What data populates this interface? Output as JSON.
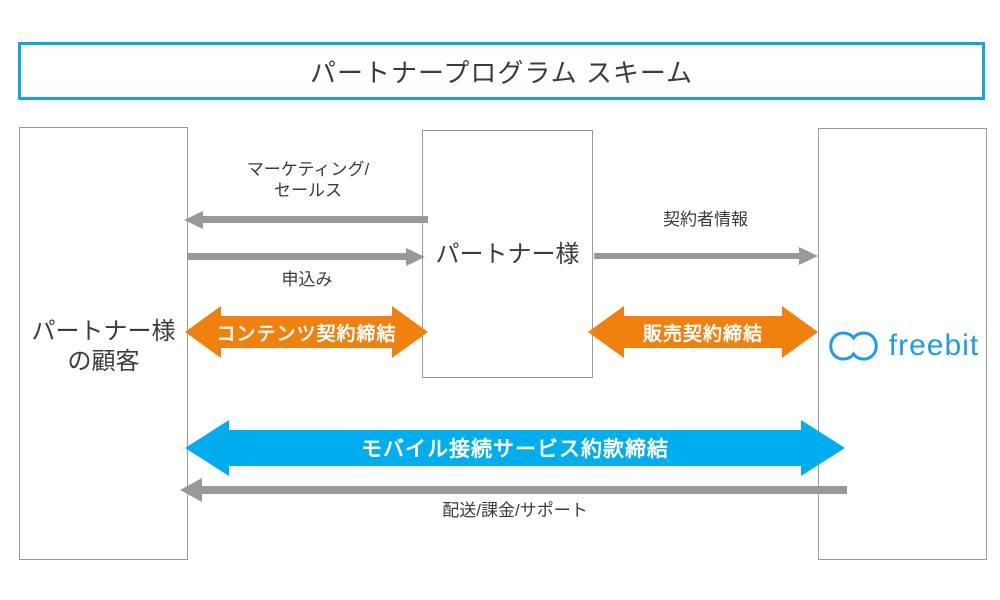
{
  "title": "パートナープログラム スキーム",
  "boxes": {
    "customer": {
      "line1": "パートナー様",
      "line2": "の顧客"
    },
    "partner": {
      "label": "パートナー様"
    },
    "provider": {
      "brand": "freebit"
    }
  },
  "flows": {
    "marketing": {
      "line1": "マーケティング/",
      "line2": "セールス",
      "direction": "left"
    },
    "application": {
      "label": "申込み",
      "direction": "right"
    },
    "content_contract": {
      "label": "コンテンツ契約締結",
      "direction": "both"
    },
    "subscriber_info": {
      "label": "契約者情報",
      "direction": "right"
    },
    "sales_contract": {
      "label": "販売契約締結",
      "direction": "both"
    },
    "mobile_terms": {
      "label": "モバイル接続サービス約款締結",
      "direction": "both"
    },
    "delivery_support": {
      "label": "配送/課金/サポート",
      "direction": "left"
    }
  },
  "colors": {
    "accent-orange": "#F0810F",
    "accent-blue": "#00AEEF",
    "title-border": "#0FA7E0",
    "brand-blue": "#1E9BF0",
    "arrow-gray": "#999999",
    "box-border": "#9A9A9A",
    "text-dark": "#3E3A39"
  }
}
